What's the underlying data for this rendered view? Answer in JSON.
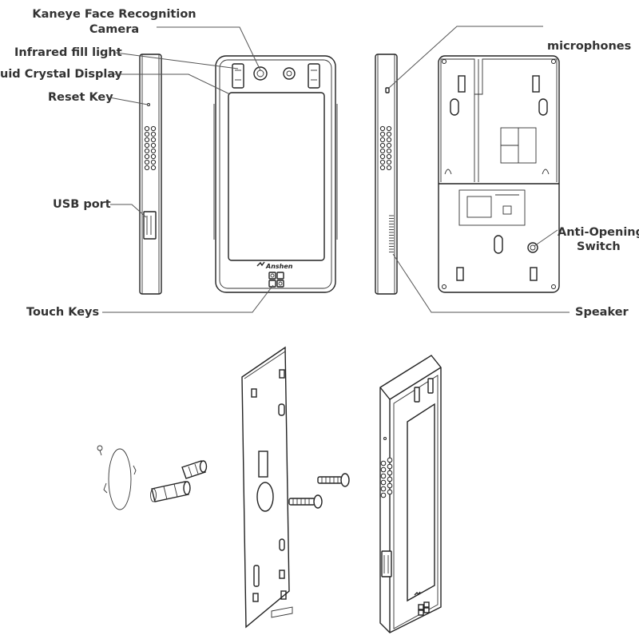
{
  "labels": {
    "camera_line1": "Kaneye Face Recognition",
    "camera_line2": "Camera",
    "infrared": "Infrared fill light",
    "lcd": "uid Crystal Display",
    "reset": "Reset Key",
    "usb": "USB port",
    "touch": "Touch Keys",
    "microphones": "microphones",
    "anti_line1": "Anti-Opening",
    "anti_line2": "Switch",
    "speaker": "Speaker"
  },
  "brand": "Anshen",
  "colors": {
    "ink": "#222222",
    "label": "#333333",
    "leader": "#555555",
    "background": "#ffffff"
  }
}
